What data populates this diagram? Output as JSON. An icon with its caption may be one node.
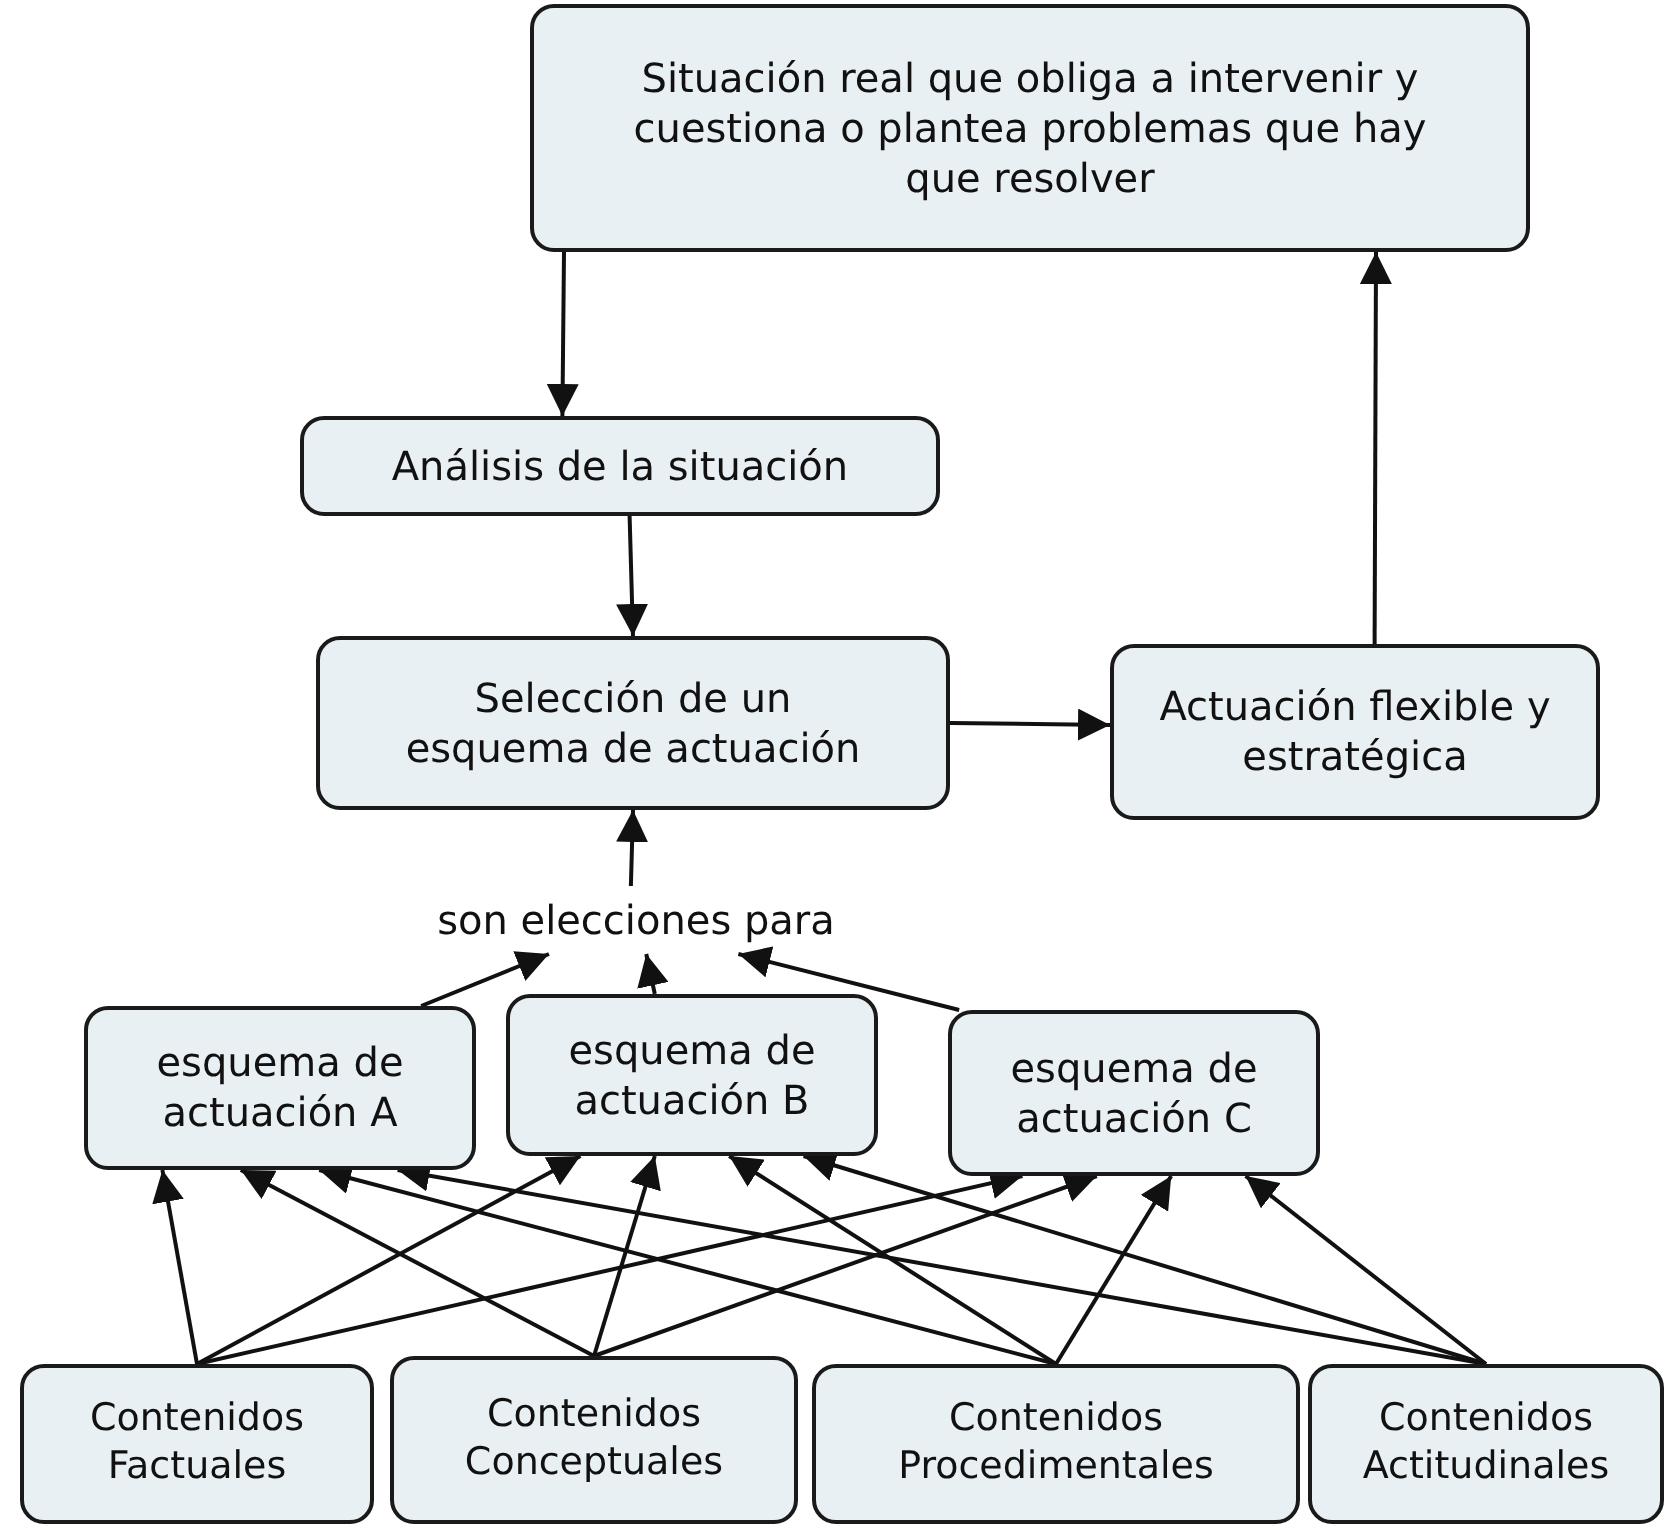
{
  "diagram": {
    "nodes": [
      {
        "text": [
          "Situación real que obliga a intervenir y cuestiona o plantea problemas que hay que resolver"
        ]
      },
      {
        "text": [
          "Análisis de la situación"
        ]
      },
      {
        "text": [
          "Selección de un esquema de actuación"
        ]
      },
      {
        "text": [
          "Actuación flexible y estratégica"
        ]
      },
      {
        "text": [
          "son elecciones para"
        ]
      },
      {
        "text": [
          "esquema de actuación A"
        ]
      },
      {
        "text": [
          "esquema de actuación B"
        ]
      },
      {
        "text": [
          "esquema de actuación C"
        ]
      },
      {
        "text": [
          "Contenidos Factuales"
        ]
      },
      {
        "text": [
          "Contenidos Conceptuales"
        ]
      },
      {
        "text": [
          "Contenidos Procedimentales"
        ]
      },
      {
        "text": [
          "Contenidos Actitudinales"
        ]
      }
    ],
    "edges": [
      {
        "from": 0,
        "to": 1,
        "arrow": "to"
      },
      {
        "from": 1,
        "to": 2,
        "arrow": "to"
      },
      {
        "from": 2,
        "to": 3,
        "arrow": "to"
      },
      {
        "from": 3,
        "to": 0,
        "arrow": "to"
      },
      {
        "from": 5,
        "to": 4,
        "arrow": "to"
      },
      {
        "from": 6,
        "to": 4,
        "arrow": "to"
      },
      {
        "from": 7,
        "to": 4,
        "arrow": "to"
      },
      {
        "from": 4,
        "to": 2,
        "arrow": "to"
      },
      {
        "from": 8,
        "to": 5,
        "arrow": "to"
      },
      {
        "from": 8,
        "to": 6,
        "arrow": "to"
      },
      {
        "from": 8,
        "to": 7,
        "arrow": "to"
      },
      {
        "from": 9,
        "to": 5,
        "arrow": "to"
      },
      {
        "from": 9,
        "to": 6,
        "arrow": "to"
      },
      {
        "from": 9,
        "to": 7,
        "arrow": "to"
      },
      {
        "from": 10,
        "to": 5,
        "arrow": "to"
      },
      {
        "from": 10,
        "to": 6,
        "arrow": "to"
      },
      {
        "from": 10,
        "to": 7,
        "arrow": "to"
      },
      {
        "from": 11,
        "to": 5,
        "arrow": "to"
      },
      {
        "from": 11,
        "to": 6,
        "arrow": "to"
      },
      {
        "from": 11,
        "to": 7,
        "arrow": "to"
      }
    ]
  }
}
